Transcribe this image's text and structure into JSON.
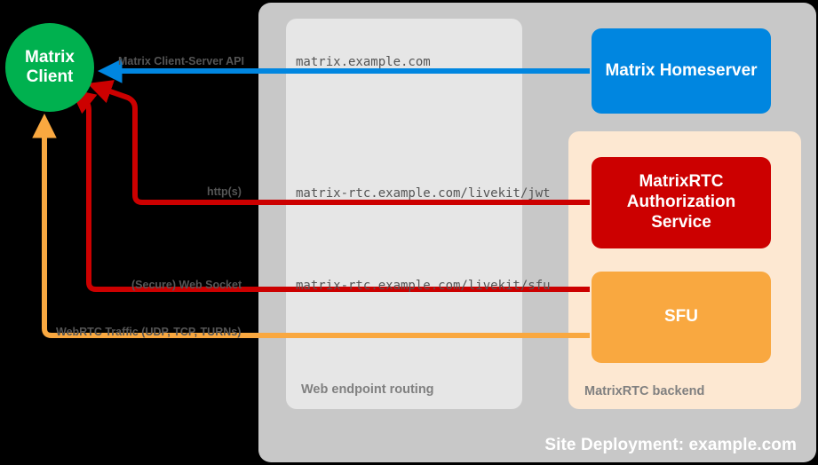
{
  "diagram": {
    "site_deployment_label": "Site Deployment: example.com",
    "routing_label": "Web endpoint routing",
    "backend_label": "MatrixRTC backend"
  },
  "nodes": {
    "client": {
      "line1": "Matrix",
      "line2": "Client",
      "color": "#00b14f"
    },
    "homeserver": {
      "label": "Matrix Homeserver",
      "color": "#0086e0"
    },
    "auth_service": {
      "line1": "MatrixRTC",
      "line2": "Authorization",
      "line3": "Service",
      "color": "#cc0000"
    },
    "sfu": {
      "label": "SFU",
      "color": "#f9a840"
    }
  },
  "edges": [
    {
      "id": "matrix-cs-api",
      "protocol_label": "Matrix Client-Server API",
      "endpoint_label": "matrix.example.com",
      "color": "#0086e0",
      "from": "homeserver",
      "to": "client"
    },
    {
      "id": "livekit-jwt",
      "protocol_label": "http(s)",
      "endpoint_label": "matrix-rtc.example.com/livekit/jwt",
      "color": "#cc0000",
      "from": "client",
      "to": "auth_service"
    },
    {
      "id": "livekit-sfu",
      "protocol_label": "(Secure) Web Socket",
      "endpoint_label": "matrix-rtc.example.com/livekit/sfu",
      "color": "#cc0000",
      "from": "client",
      "to": "sfu"
    },
    {
      "id": "webrtc-traffic",
      "protocol_label": "WebRTC Traffic (UDP, TCP, TURNs)",
      "endpoint_label": "",
      "color": "#f9a840",
      "from": "client",
      "to": "sfu"
    }
  ]
}
